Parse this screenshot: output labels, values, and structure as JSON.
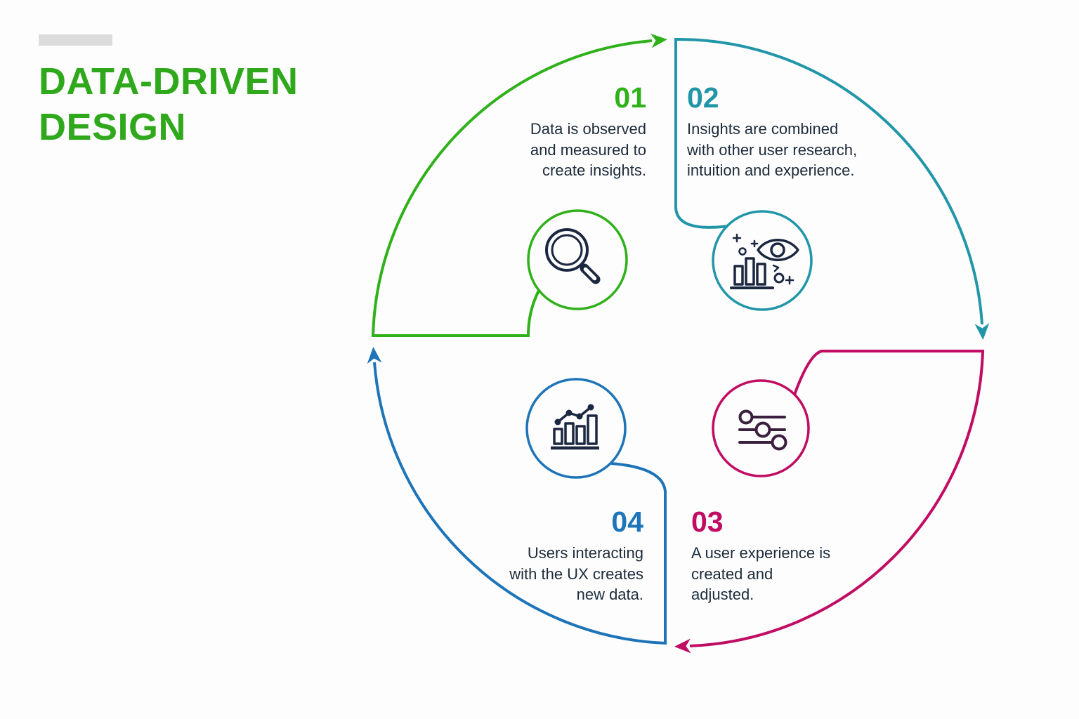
{
  "title": {
    "lines": [
      "DATA-DRIVEN",
      "DESIGN"
    ],
    "color": "#2fa81b"
  },
  "steps": [
    {
      "number": "01",
      "lines": [
        "Data is observed",
        "and measured to",
        "create insights."
      ],
      "color": "#2fb11a",
      "icon": "magnifier-icon"
    },
    {
      "number": "02",
      "lines": [
        "Insights are combined",
        "with other user research,",
        "intuition and experience."
      ],
      "color": "#2196a8",
      "icon": "eye-analytics-icon"
    },
    {
      "number": "03",
      "lines": [
        "A user experience is",
        "created and",
        "adjusted."
      ],
      "color": "#c00d63",
      "icon": "sliders-icon"
    },
    {
      "number": "04",
      "lines": [
        "Users interacting",
        "with the UX creates",
        "new data."
      ],
      "color": "#1e74b8",
      "icon": "trend-chart-icon"
    }
  ],
  "colors": {
    "background": "#fdfdfd",
    "heading_green": "#2fa81b",
    "body_ink": "#1d2b3a",
    "icon_ink": "#1b2740",
    "slider_ink": "#3a1f3e",
    "accent_bar_gray": "#dcdcdc"
  }
}
